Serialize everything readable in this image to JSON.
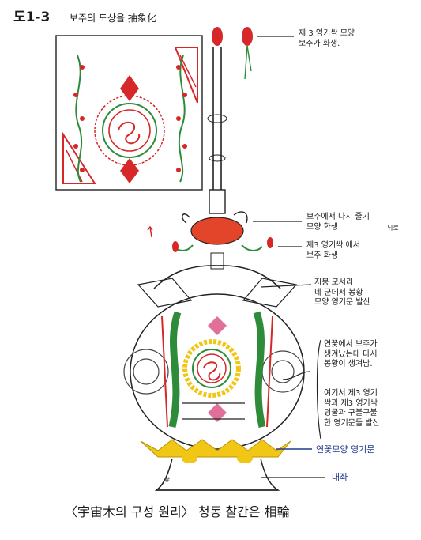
{
  "figure_label": "도1-3",
  "top_title": "보주의 도상을 抽象化",
  "annotations": {
    "a1": "제 3 영기싹 모양\n보주가 화생.",
    "a2": "보주에서 다시 줄기\n모양 화생",
    "a2b": "뒤로",
    "a3": "제3 영기싹 에서\n보주 화생",
    "a4": "지붕 모서리\n네 군데서 봉황\n모양 영기문 발산",
    "a5": "연꽃에서 보주가\n생겨났는데 다시\n봉황이 생겨남.",
    "a6": "여기서 제3 영기\n싹과 제3 영기싹\n덩굴과 구불구불\n한 영기문들 발산",
    "a7": "연꽃모양 영기문",
    "a8": "대좌"
  },
  "caption": "〈宇宙木의 구성 원리〉 청동 찰간은 相輪",
  "colors": {
    "red": "#d62828",
    "green": "#2e8b3a",
    "yellow": "#f2c614",
    "ink": "#222222",
    "blue": "#1f3a8a"
  }
}
